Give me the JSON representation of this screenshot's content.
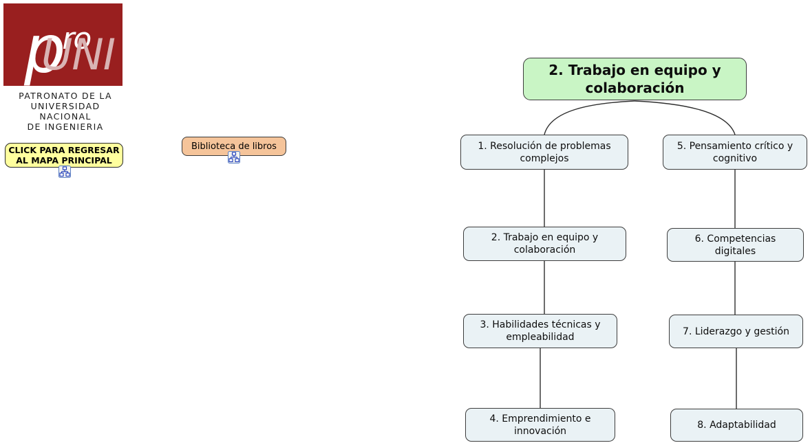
{
  "logo": {
    "mark_pro": "p",
    "mark_pro_sup": "ro",
    "mark_uni": "UNI",
    "caption_line1": "PATRONATO DE LA",
    "caption_line2": "UNIVERSIDAD NACIONAL",
    "caption_line3": "DE INGENIERIA",
    "brand_color": "#991f1f",
    "uni_color": "#d9b3b3"
  },
  "return_button": {
    "label_line1": "CLICK PARA REGRESAR",
    "label_line2": "AL MAPA PRINCIPAL",
    "background": "#ffff9e",
    "icon": "mindmap-link-icon"
  },
  "biblioteca": {
    "label": "Biblioteca de libros",
    "background": "#f5c49a",
    "icon": "mindmap-link-icon"
  },
  "mindmap": {
    "root": {
      "label": "2. Trabajo en equipo y colaboración",
      "background": "#c9f5c5"
    },
    "node_background": "#eaf2f5",
    "branches": [
      {
        "column": "left",
        "nodes": [
          {
            "label": "1. Resolución de problemas complejos"
          },
          {
            "label": "2. Trabajo en equipo y colaboración"
          },
          {
            "label": "3. Habilidades técnicas y empleabilidad"
          },
          {
            "label": "4. Emprendimiento e innovación"
          }
        ]
      },
      {
        "column": "right",
        "nodes": [
          {
            "label": "5. Pensamiento crítico y cognitivo"
          },
          {
            "label": "6. Competencias digitales"
          },
          {
            "label": "7. Liderazgo y gestión"
          },
          {
            "label": "8. Adaptabilidad"
          }
        ]
      }
    ]
  }
}
